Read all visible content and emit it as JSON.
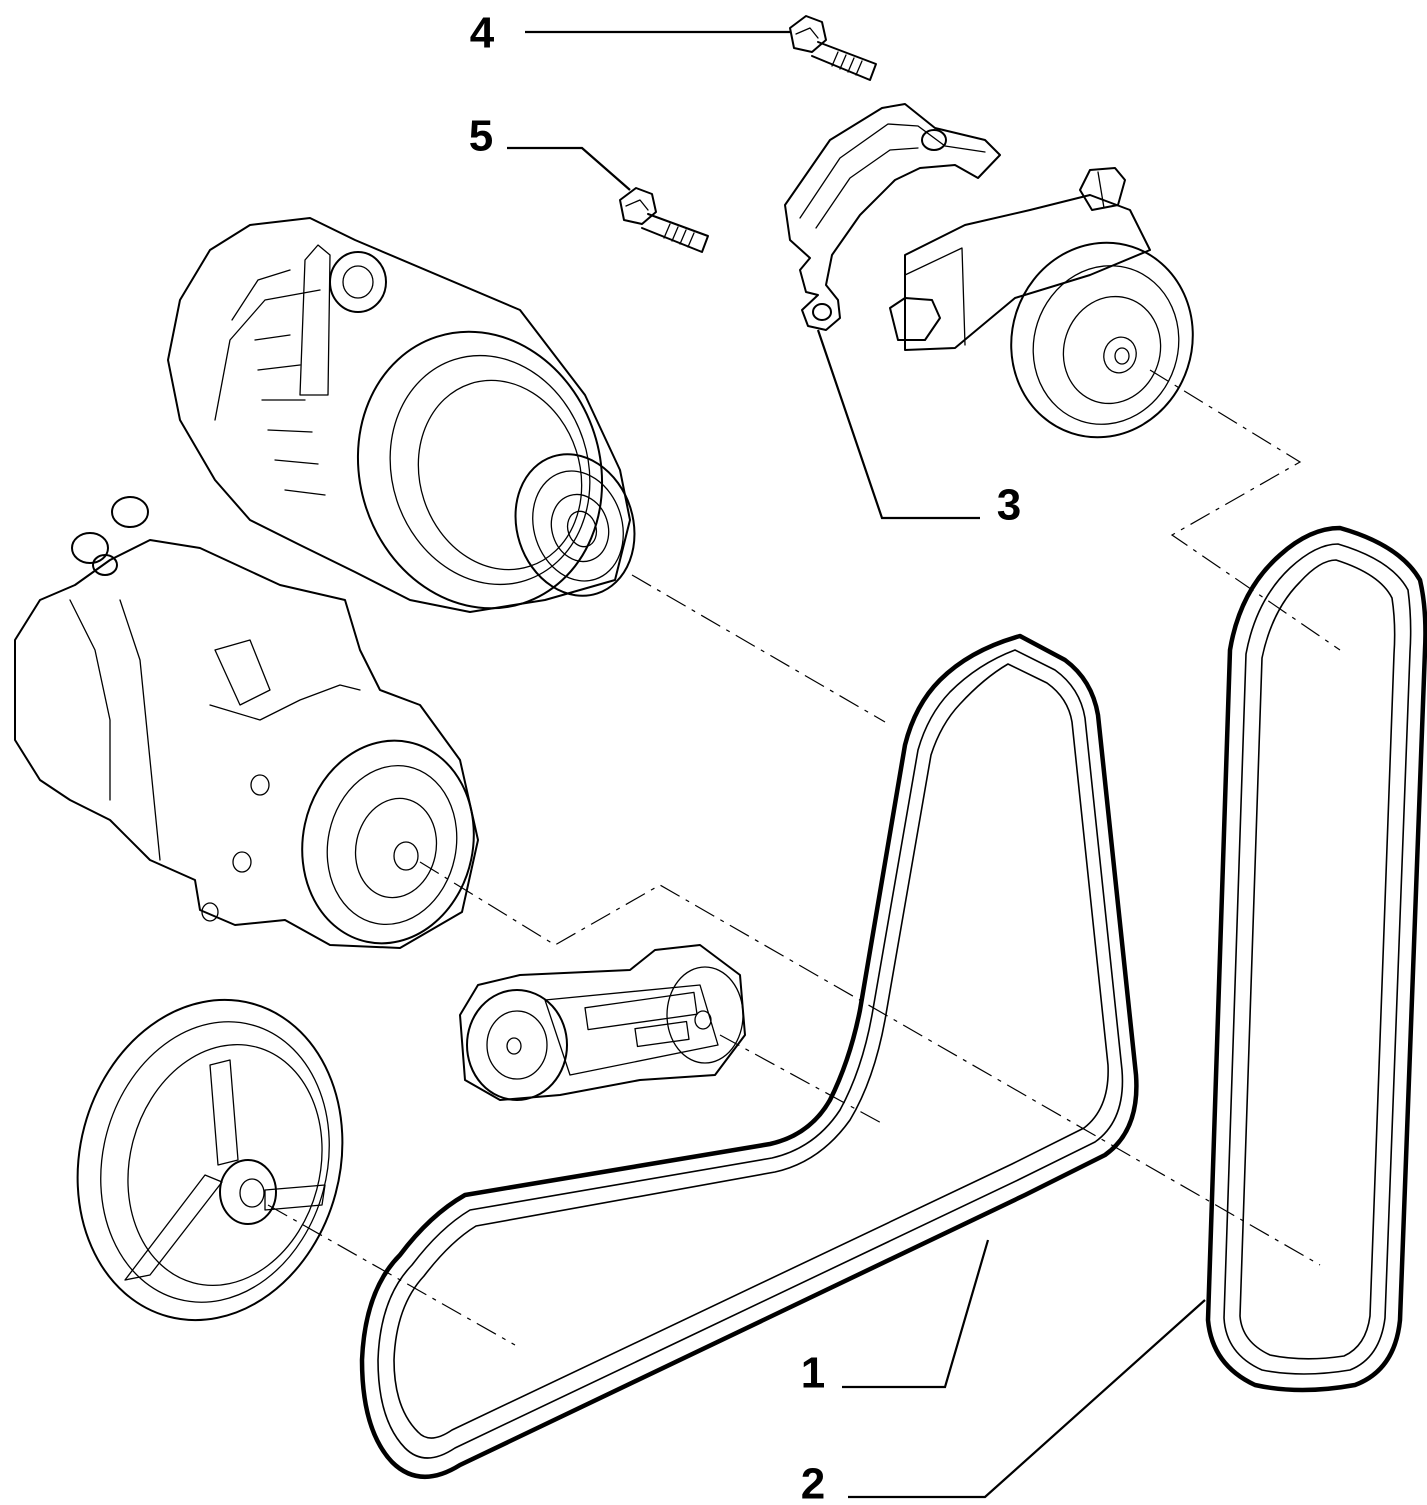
{
  "callouts": {
    "belt_main": "1",
    "belt_secondary": "2",
    "bracket": "3",
    "bolt_upper": "4",
    "bolt_lower": "5"
  }
}
